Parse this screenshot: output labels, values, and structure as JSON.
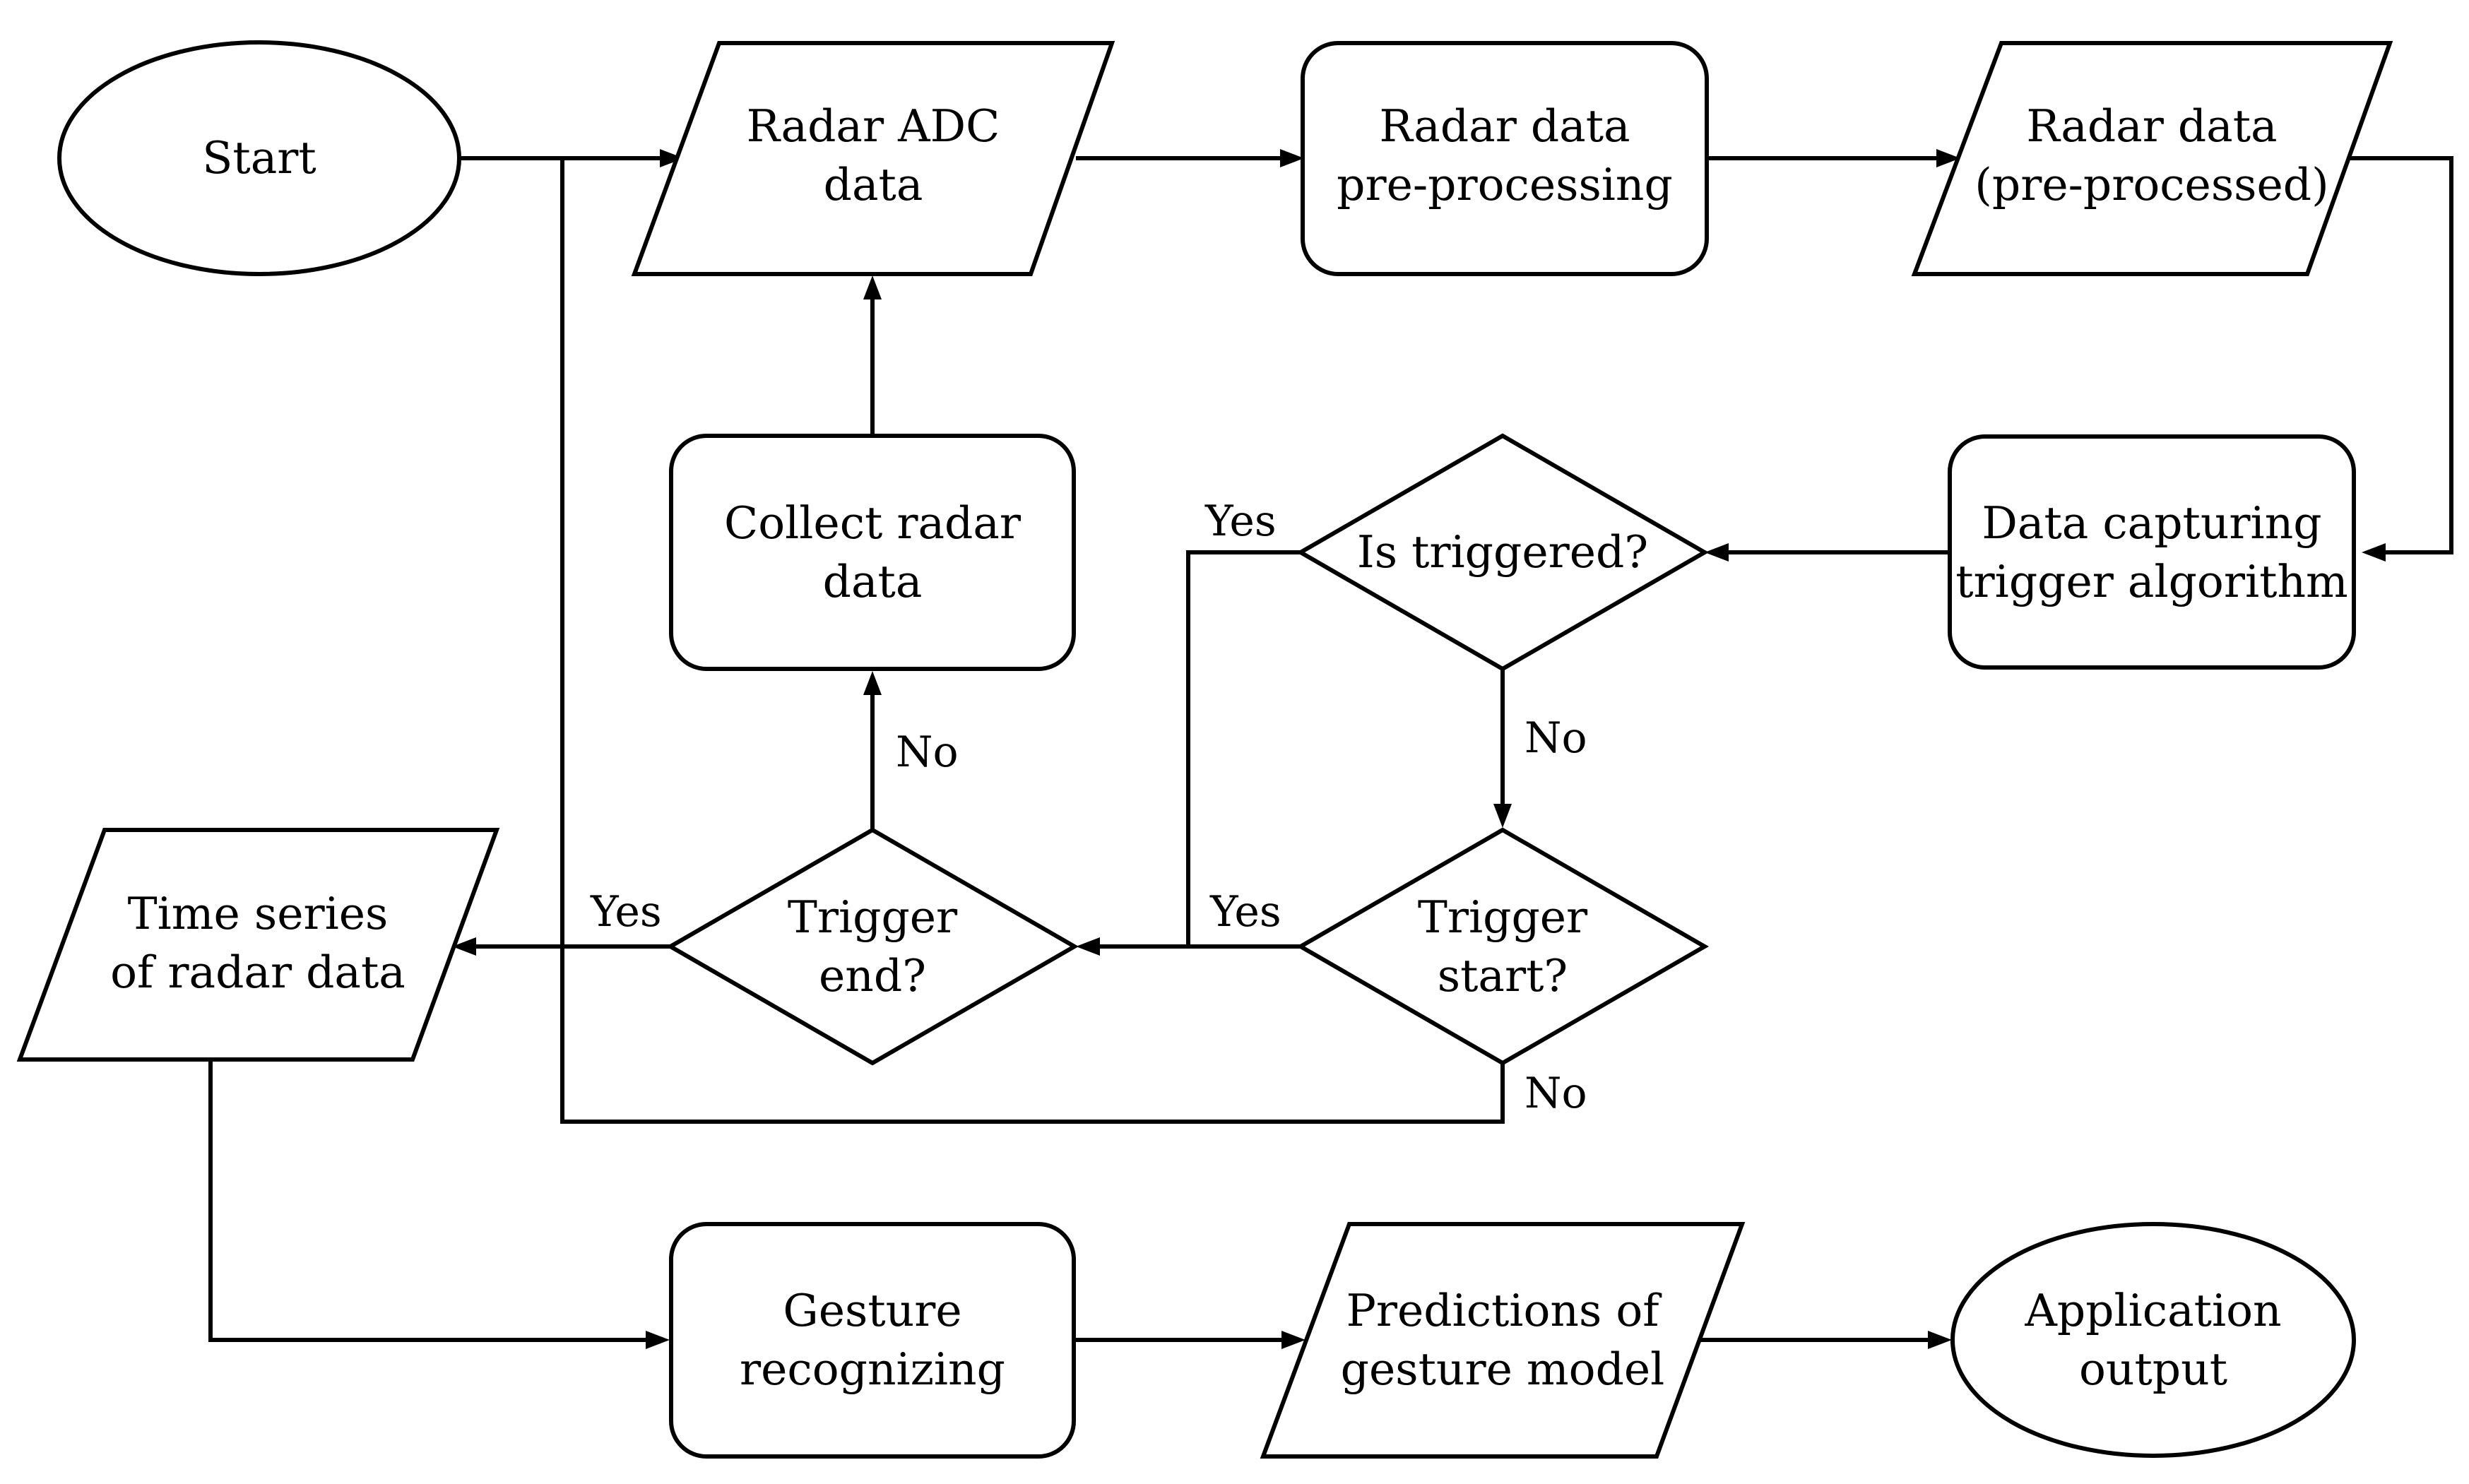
{
  "nodes": {
    "start": {
      "line1": "Start"
    },
    "radar_adc": {
      "line1": "Radar ADC",
      "line2": "data"
    },
    "preprocessing": {
      "line1": "Radar data",
      "line2": "pre-processing"
    },
    "preprocessed": {
      "line1": "Radar data",
      "line2": "(pre-processed)"
    },
    "trigger_algorithm": {
      "line1": "Data capturing",
      "line2": "trigger algorithm"
    },
    "is_triggered": {
      "line1": "Is triggered?"
    },
    "collect": {
      "line1": "Collect radar",
      "line2": "data"
    },
    "trigger_start": {
      "line1": "Trigger",
      "line2": "start?"
    },
    "trigger_end": {
      "line1": "Trigger",
      "line2": "end?"
    },
    "time_series": {
      "line1": "Time series",
      "line2": "of radar data"
    },
    "gesture_recognizing": {
      "line1": "Gesture",
      "line2": "recognizing"
    },
    "predictions": {
      "line1": "Predictions of",
      "line2": "gesture model"
    },
    "app_output": {
      "line1": "Application",
      "line2": "output"
    }
  },
  "edge_labels": {
    "is_triggered_yes": "Yes",
    "is_triggered_no": "No",
    "trigger_start_yes": "Yes",
    "trigger_start_no": "No",
    "trigger_end_yes": "Yes",
    "trigger_end_no": "No"
  }
}
